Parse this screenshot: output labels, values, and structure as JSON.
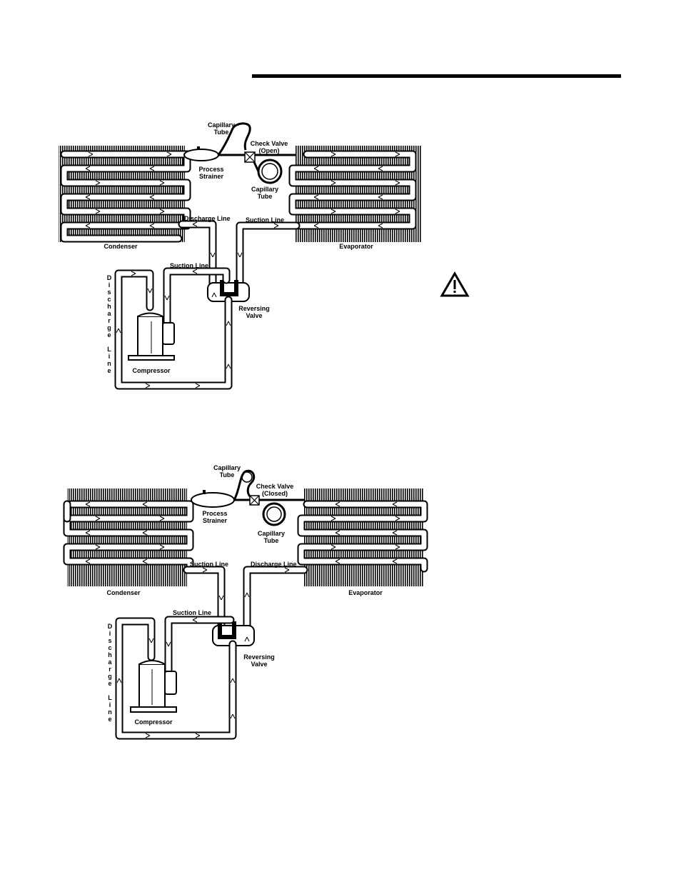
{
  "diagrams": [
    {
      "labels": {
        "capillary_tube_top": [
          "Capillary",
          "Tube"
        ],
        "check_valve": [
          "Check Valve",
          "(Open)"
        ],
        "process_strainer": [
          "Process",
          "Strainer"
        ],
        "capillary_tube_coil": [
          "Capillary",
          "Tube"
        ],
        "condenser": "Condenser",
        "evaporator": "Evaporator",
        "left_line": "Discharge Line",
        "right_line": "Suction Line",
        "suction_line": "Suction Line",
        "reversing_valve": [
          "Reversing",
          "Valve"
        ],
        "compressor": "Compressor",
        "discharge_vertical": [
          "D",
          "i",
          "s",
          "c",
          "h",
          "a",
          "r",
          "g",
          "e",
          "",
          "L",
          "i",
          "n",
          "e"
        ]
      }
    },
    {
      "labels": {
        "capillary_tube_top": [
          "Capillary",
          "Tube"
        ],
        "check_valve": [
          "Check Valve",
          "(Closed)"
        ],
        "process_strainer": [
          "Process",
          "Strainer"
        ],
        "capillary_tube_coil": [
          "Capillary",
          "Tube"
        ],
        "condenser": "Condenser",
        "evaporator": "Evaporator",
        "left_line": "Suction Line",
        "right_line": "Discharge Line",
        "suction_line": "Suction Line",
        "reversing_valve": [
          "Reversing",
          "Valve"
        ],
        "compressor": "Compressor",
        "discharge_vertical": [
          "D",
          "i",
          "s",
          "c",
          "h",
          "a",
          "r",
          "g",
          "e",
          "",
          "L",
          "i",
          "n",
          "e"
        ]
      }
    }
  ],
  "warning_icon": "warning-triangle-icon"
}
